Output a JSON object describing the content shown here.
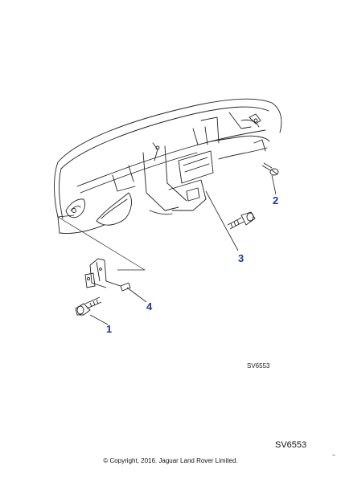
{
  "diagram": {
    "reference_code": "SV6553",
    "reference_code_footer": "SV6553",
    "copyright": "© Copyright, 2016. Jaguar Land Rover Limited.",
    "callout_color": "#1a3a9c",
    "line_color": "#222222"
  },
  "callouts": [
    {
      "number": "1",
      "part": "bolt"
    },
    {
      "number": "2",
      "part": "screw"
    },
    {
      "number": "3",
      "part": "bolt"
    },
    {
      "number": "4",
      "part": "bracket"
    }
  ]
}
